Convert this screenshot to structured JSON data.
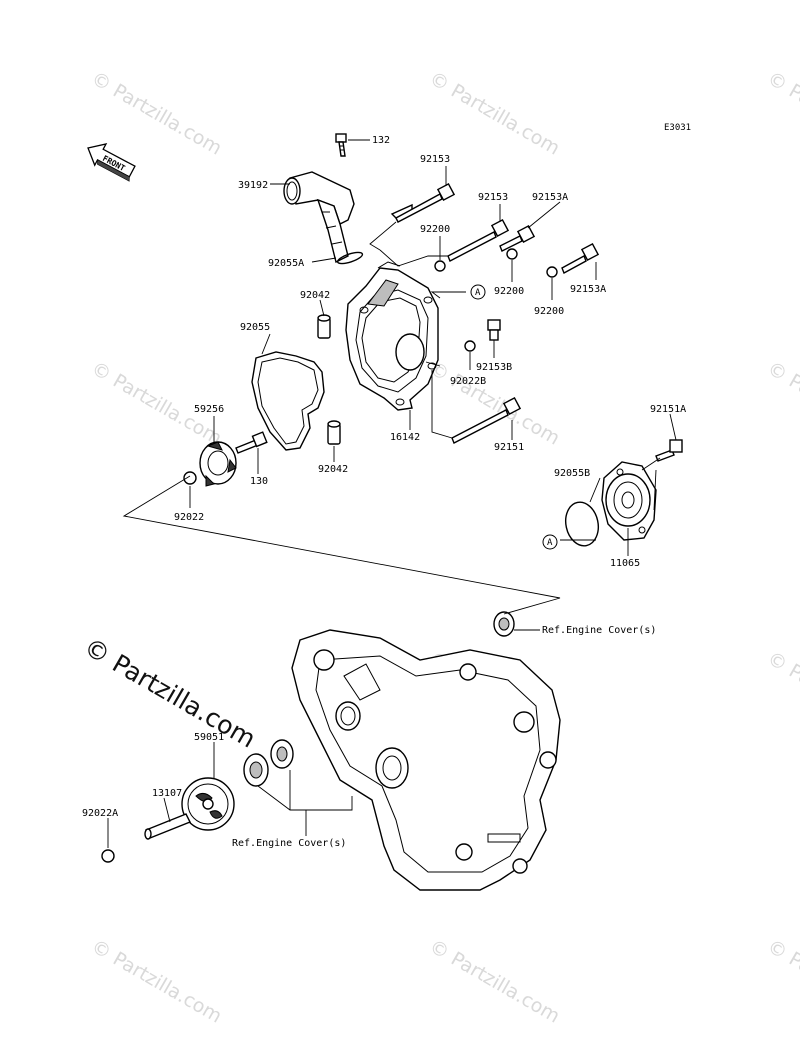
{
  "diagram_code": "E3031",
  "front_label": "FRONT",
  "watermark": "© Partzilla.com",
  "ref_label": "A",
  "parts": {
    "p132": "132",
    "p39192": "39192",
    "p92153_1": "92153",
    "p92153_2": "92153",
    "p92153A_1": "92153A",
    "p92153A_2": "92153A",
    "p92200_1": "92200",
    "p92200_2": "92200",
    "p92200_3": "92200",
    "p92055A": "92055A",
    "p92042_1": "92042",
    "p92042_2": "92042",
    "p92055": "92055",
    "p92153B": "92153B",
    "p92022B": "92022B",
    "p59256": "59256",
    "p130": "130",
    "p16142": "16142",
    "p92151": "92151",
    "p92151A": "92151A",
    "p92022": "92022",
    "p92055B": "92055B",
    "p11065": "11065",
    "p59051": "59051",
    "p13107": "13107",
    "p92022A": "92022A"
  },
  "refs": {
    "engine_cover_1": "Ref.Engine Cover(s)",
    "engine_cover_2": "Ref.Engine Cover(s)"
  }
}
